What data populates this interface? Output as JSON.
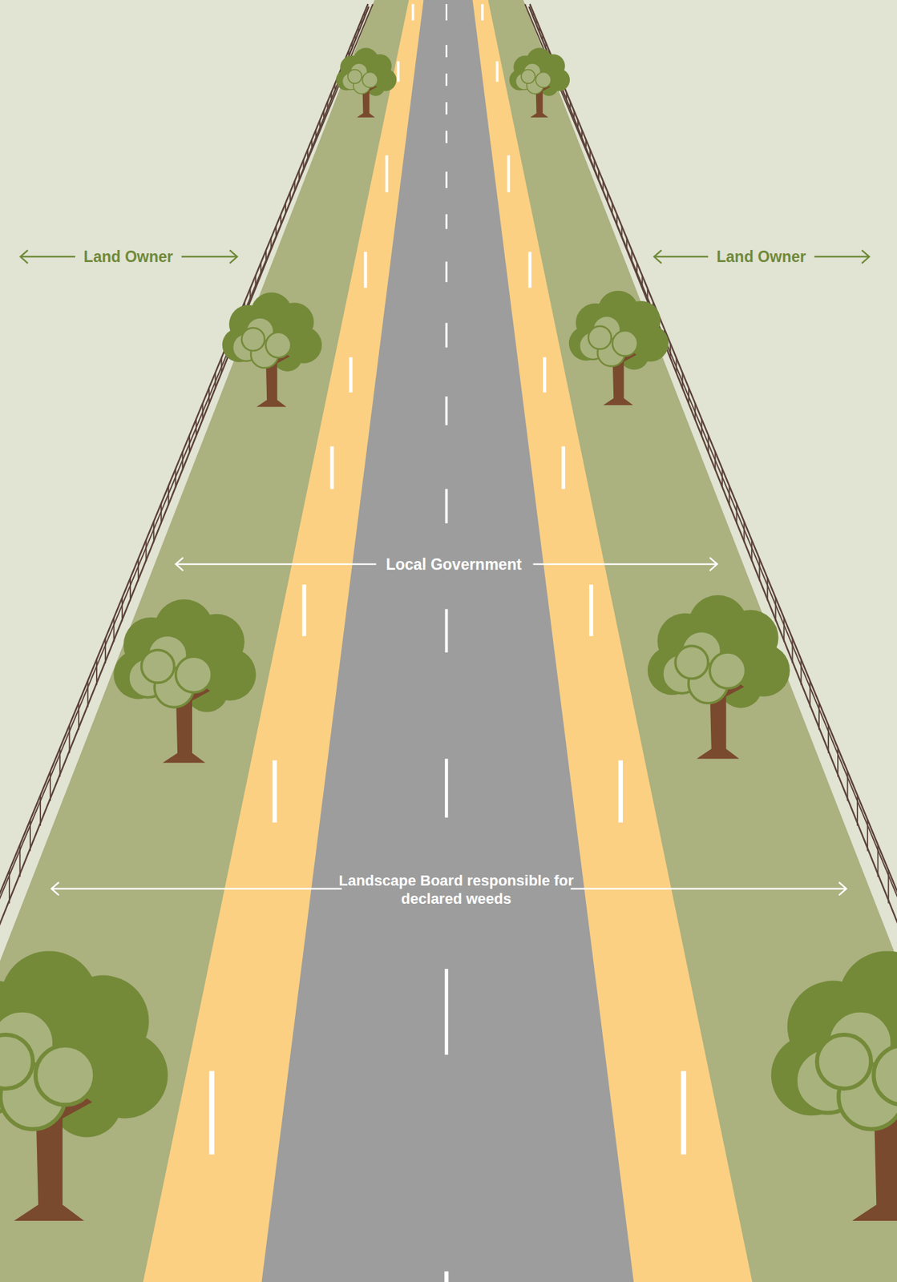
{
  "diagram": {
    "labels": [
      "Land Owner",
      "Land Owner",
      "Local Government",
      "Landscape Board responsible for declared weeds"
    ]
  }
}
